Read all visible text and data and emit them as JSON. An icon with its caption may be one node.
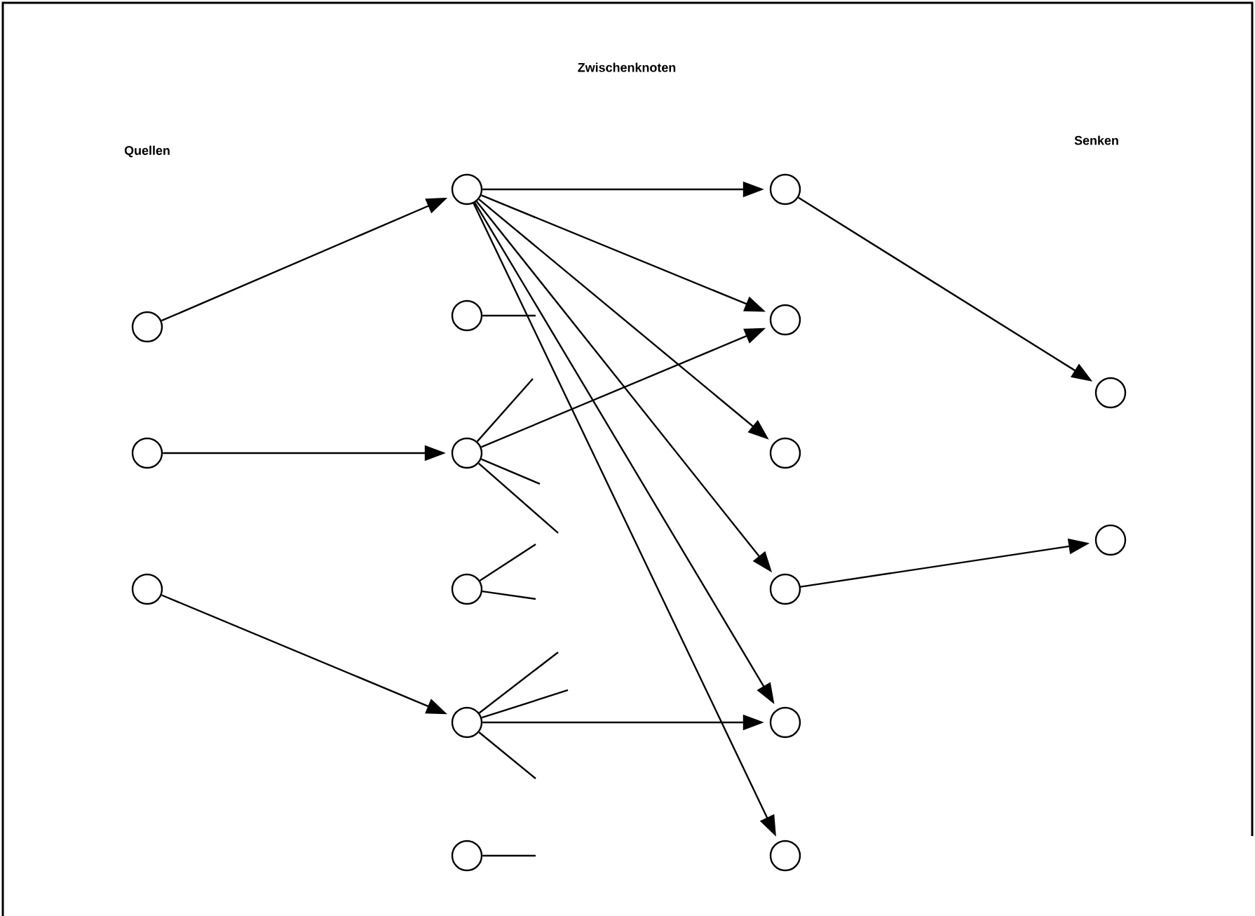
{
  "diagram": {
    "nodes": [
      {
        "text": [],
        "shape": "circle"
      },
      {
        "text": [],
        "shape": "circle"
      },
      {
        "text": [],
        "shape": "circle"
      },
      {
        "text": [],
        "shape": "circle"
      },
      {
        "text": [],
        "shape": "circle"
      },
      {
        "text": [],
        "shape": "circle"
      },
      {
        "text": [],
        "shape": "circle"
      },
      {
        "text": [],
        "shape": "circle"
      },
      {
        "text": [],
        "shape": "circle"
      },
      {
        "text": [],
        "shape": "circle"
      },
      {
        "text": [],
        "shape": "circle"
      },
      {
        "text": [],
        "shape": "circle"
      },
      {
        "text": [],
        "shape": "circle"
      },
      {
        "text": [],
        "shape": "circle"
      },
      {
        "text": [],
        "shape": "circle"
      },
      {
        "text": [],
        "shape": "circle"
      },
      {
        "text": [],
        "shape": "circle"
      }
    ],
    "edges": [
      {
        "from": 0,
        "to": 3,
        "arrow": "to"
      },
      {
        "from": 1,
        "to": 5,
        "arrow": "to"
      },
      {
        "from": 2,
        "to": 7,
        "arrow": "to"
      },
      {
        "from": 3,
        "to": 9,
        "arrow": "to"
      },
      {
        "from": 3,
        "to": 10,
        "arrow": "to"
      },
      {
        "from": 3,
        "to": 11,
        "arrow": "to"
      },
      {
        "from": 3,
        "to": 12,
        "arrow": "to"
      },
      {
        "from": 3,
        "to": 13,
        "arrow": "to"
      },
      {
        "from": 3,
        "to": 14,
        "arrow": "to"
      },
      {
        "from": 5,
        "to": 10,
        "arrow": "to"
      },
      {
        "from": 7,
        "to": 13,
        "arrow": "to"
      },
      {
        "from": 9,
        "to": 15,
        "arrow": "to"
      },
      {
        "from": 12,
        "to": 16,
        "arrow": "to"
      },
      {
        "from": 4,
        "to": null,
        "arrow": "none"
      },
      {
        "from": 5,
        "to": null,
        "arrow": "none"
      },
      {
        "from": 5,
        "to": null,
        "arrow": "none"
      },
      {
        "from": 5,
        "to": null,
        "arrow": "none"
      },
      {
        "from": 6,
        "to": null,
        "arrow": "none"
      },
      {
        "from": 6,
        "to": null,
        "arrow": "none"
      },
      {
        "from": 7,
        "to": null,
        "arrow": "none"
      },
      {
        "from": 7,
        "to": null,
        "arrow": "none"
      },
      {
        "from": 7,
        "to": null,
        "arrow": "none"
      },
      {
        "from": 8,
        "to": null,
        "arrow": "none"
      }
    ],
    "labels": [
      "Zwischenknoten",
      "Quellen",
      "Senken"
    ]
  }
}
